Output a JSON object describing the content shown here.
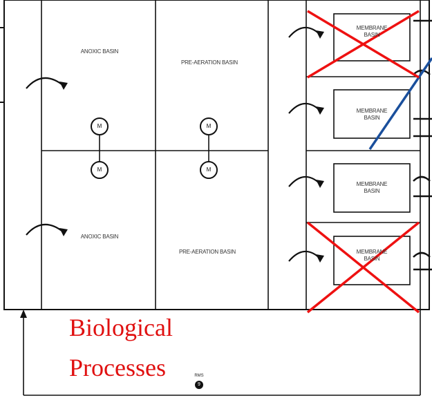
{
  "basins": {
    "anoxic_top": "ANOXIC BASIN",
    "preaeration_top": "PRE-AERATION BASIN",
    "anoxic_bottom": "ANOXIC BASIN",
    "preaeration_bottom": "PRE-AERATION BASIN",
    "membrane_1": "MEMBRANE BASIN",
    "membrane_2": "MEMBRANE BASIN",
    "membrane_3": "MEMBRANE BASIN",
    "membrane_4": "MEMBRANE BASIN"
  },
  "motor_label": "M",
  "caption": {
    "line1": "Biological",
    "line2": "Processes"
  },
  "rms_label": "RMS",
  "rms_number": "9",
  "colors": {
    "line": "#111111",
    "cross": "#ee1111",
    "pipe": "#1a4f9c",
    "caption": "#e01010"
  }
}
